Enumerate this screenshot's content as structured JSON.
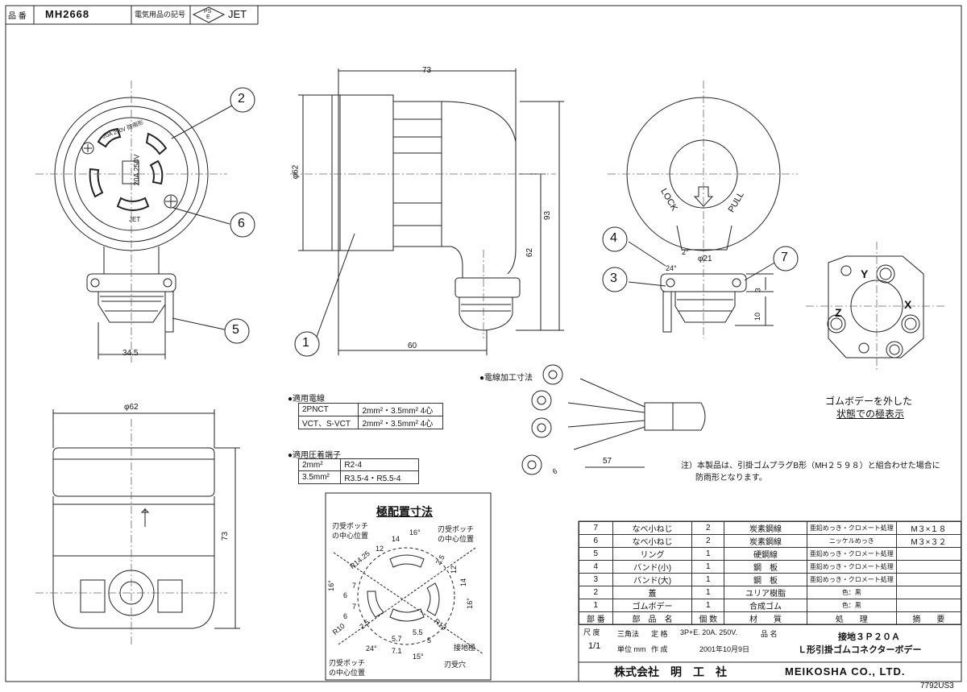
{
  "header": {
    "part_no_label": "品 番",
    "part_no": "MH2668",
    "mark_label": "電気用品の記号",
    "pse": "PS",
    "pse_e": "E",
    "jet": "JET"
  },
  "callouts": [
    "1",
    "2",
    "3",
    "4",
    "5",
    "6",
    "7"
  ],
  "dimensions": {
    "d34_5": "34.5",
    "d73_top": "73",
    "phi62_side": "φ62",
    "d93": "93",
    "d62_side": "62",
    "d60": "60",
    "phi21": "φ21",
    "d24deg": "24°",
    "d2deg": "2°",
    "d3": "3",
    "d10": "10",
    "phi62_bottom": "φ62",
    "d73_bottom": "73",
    "d57": "57",
    "d6": "6"
  },
  "face_texts": {
    "rating": "20A 250V",
    "rating_small": "20A 250V 防雨形",
    "jet": "JET",
    "lock": "LOCK",
    "pull": "PULL"
  },
  "terminal_labels": {
    "y": "Y",
    "x": "X",
    "z": "Z"
  },
  "notes": {
    "without_rubber": "ゴムボデーを外した",
    "without_rubber2": "状態での極表示",
    "wire_processing": "●電線加工寸法",
    "remark_line1": "注）本製品は、引掛ゴムプラグB形（MH２５９８）と組合わせた場合に",
    "remark_line2": "防雨形となります。"
  },
  "cable_table": {
    "title": "●適用電線",
    "rows": [
      [
        "2PNCT",
        "2mm²・3.5mm² 4心"
      ],
      [
        "VCT、S-VCT",
        "2mm²・3.5mm² 4心"
      ]
    ]
  },
  "terminal_table": {
    "title": "●適用圧着端子",
    "rows": [
      [
        "2mm²",
        "R2-4"
      ],
      [
        "3.5mm²",
        "R3.5-4・R5.5-4"
      ]
    ]
  },
  "pole_layout": {
    "title": "極配置寸法",
    "blade_center_top": "刃受ポッチ",
    "blade_center_top2": "の中心位置",
    "blade_center_top_r": "刃受ポッチ",
    "blade_center_top_r2": "の中心位置",
    "blade_center_bottom": "刃受ポッチ",
    "blade_center_bottom2": "の中心位置",
    "ground": "接地極",
    "blade_hole": "刃受穴",
    "dims": [
      "12",
      "14",
      "16°",
      "R14.25",
      "2.5",
      "12",
      "14",
      "16°",
      "7",
      "6",
      "7",
      "6",
      "16°",
      "R10",
      "2.5",
      "R13",
      "5.7",
      "5.5",
      "7.1",
      "5",
      "24°",
      "15°"
    ]
  },
  "bom": {
    "rows": [
      [
        "7",
        "なべ小ねじ",
        "2",
        "炭素鋼線",
        "亜鉛めっき・クロメート処理",
        "M３×１８"
      ],
      [
        "6",
        "なべ小ねじ",
        "2",
        "炭素鋼線",
        "ニッケルめっき",
        "M３×３２"
      ],
      [
        "5",
        "リング",
        "1",
        "硬鋼線",
        "亜鉛めっき・クロメート処理",
        ""
      ],
      [
        "4",
        "バンド(小)",
        "1",
        "鋼　板",
        "亜鉛めっき・クロメート処理",
        ""
      ],
      [
        "3",
        "バンド(大)",
        "1",
        "鋼　板",
        "亜鉛めっき・クロメート処理",
        ""
      ],
      [
        "2",
        "蓋",
        "1",
        "ユリア樹脂",
        "色：黒",
        ""
      ],
      [
        "1",
        "ゴムボデー",
        "1",
        "合成ゴム",
        "色：黒",
        ""
      ]
    ],
    "header": [
      "部 番",
      "部　品　名",
      "個 数",
      "材　　質",
      "処　　理",
      "摘　　要"
    ]
  },
  "title_block": {
    "scale_label": "尺 度",
    "scale": "1/1",
    "projection": "三角法",
    "rating_label": "定 格",
    "rating": "3P+E. 20A. 250V.",
    "name_label": "品 名",
    "name1": "接地３Ｐ２０Ａ",
    "name2": "Ｌ形引掛ゴムコネクターボデー",
    "unit": "単位 mm",
    "made_label": "作 成",
    "date": "2001年10月9日",
    "company_jp": "株式会社　明　工　社",
    "company_en": "MEIKOSHA CO., LTD.",
    "drawing_no": "7792US3"
  }
}
